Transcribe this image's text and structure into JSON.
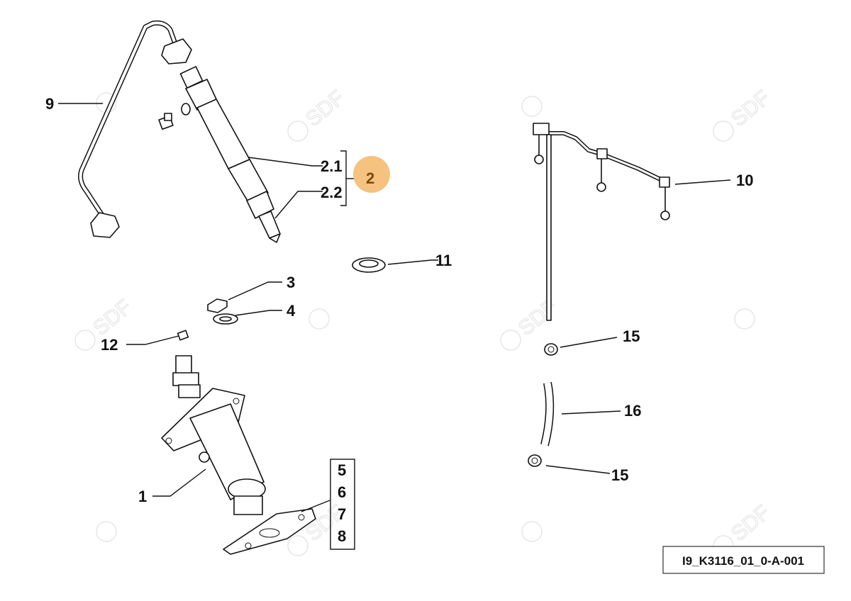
{
  "diagram": {
    "reference_code": "I9_K3116_01_0-A-001",
    "watermark": "SDF",
    "highlight_color": "#f5c27f",
    "highlight_text_color": "#7a4a12",
    "callouts": {
      "c1": "1",
      "c2": "2",
      "c2_1": "2.1",
      "c2_2": "2.2",
      "c3": "3",
      "c4": "4",
      "c5": "5",
      "c6": "6",
      "c7": "7",
      "c8": "8",
      "c9": "9",
      "c10": "10",
      "c11": "11",
      "c12": "12",
      "c15a": "15",
      "c15b": "15",
      "c16": "16"
    }
  }
}
